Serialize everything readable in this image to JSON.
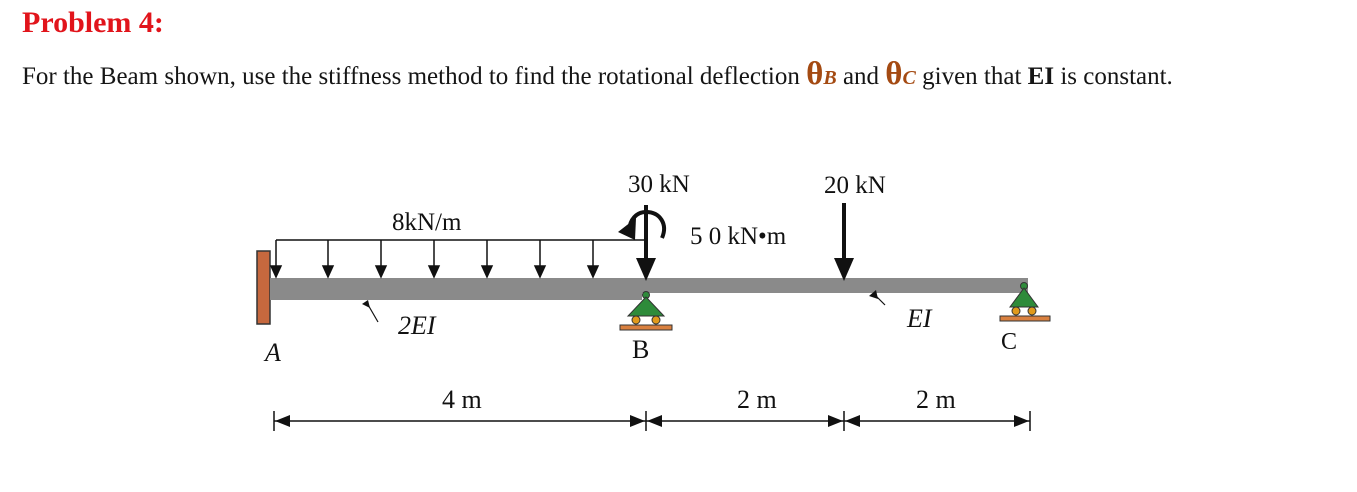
{
  "header": {
    "title": "Problem 4:"
  },
  "statement": {
    "part1": "For the Beam shown, use the stiffness method to find the rotational deflection ",
    "theta": "θ",
    "sub_b": "B",
    "and": " and ",
    "sub_c": "C",
    "part2": " given that ",
    "ei": "EI",
    "part3": " is constant."
  },
  "diagram": {
    "loads": {
      "distributed": "8kN/m",
      "point_b": "30 kN",
      "moment": "5 0 kN•m",
      "point_mid": "20 kN"
    },
    "members": {
      "stiffness_ab": "2EI",
      "stiffness_bc": "EI"
    },
    "supports": {
      "a": "A",
      "b": "B",
      "c": "C"
    },
    "dimensions": {
      "span_ab": "4 m",
      "span_b_mid": "2 m",
      "span_mid_c": "2 m"
    },
    "colors": {
      "beam": "#8a8a8a",
      "wall": "#c6683e",
      "support": "#2e8b3a",
      "roller": "#e09a1c",
      "base": "#d9803f"
    }
  }
}
